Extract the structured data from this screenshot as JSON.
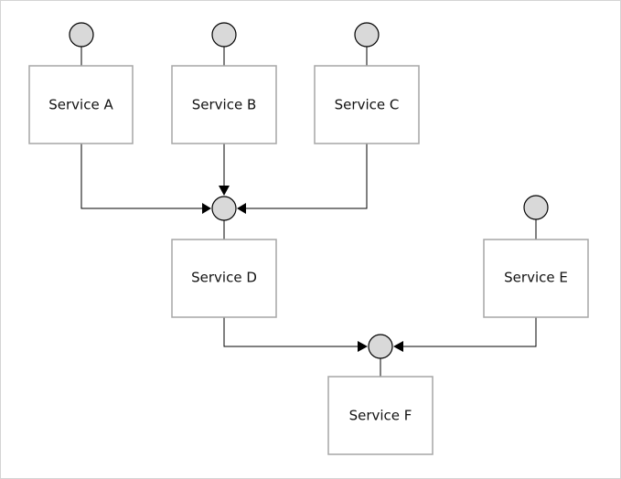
{
  "diagram": {
    "services": {
      "a": "Service A",
      "b": "Service B",
      "c": "Service C",
      "d": "Service D",
      "e": "Service E",
      "f": "Service F"
    },
    "colors": {
      "box_border": "#a6a6a6",
      "interface_fill": "#d9d9d9",
      "line": "#000000"
    }
  }
}
